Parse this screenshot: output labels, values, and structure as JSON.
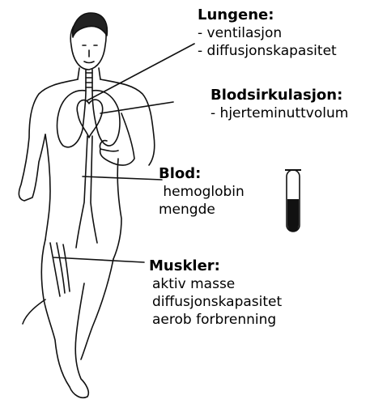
{
  "lungs": {
    "heading": "Lungene:",
    "items": [
      "- ventilasjon",
      "- diffusjonskapasitet"
    ]
  },
  "circulation": {
    "heading": "Blodsirkulasjon:",
    "items": [
      "- hjerteminuttvolum"
    ]
  },
  "blood": {
    "heading": "Blod:",
    "items": [
      " hemoglobin",
      "mengde"
    ]
  },
  "muscles": {
    "heading": "Muskler:",
    "items": [
      "aktiv masse",
      "diffusjonskapasitet",
      "aerob forbrenning"
    ]
  },
  "icons": [
    "running-person-icon",
    "test-tube-icon"
  ]
}
